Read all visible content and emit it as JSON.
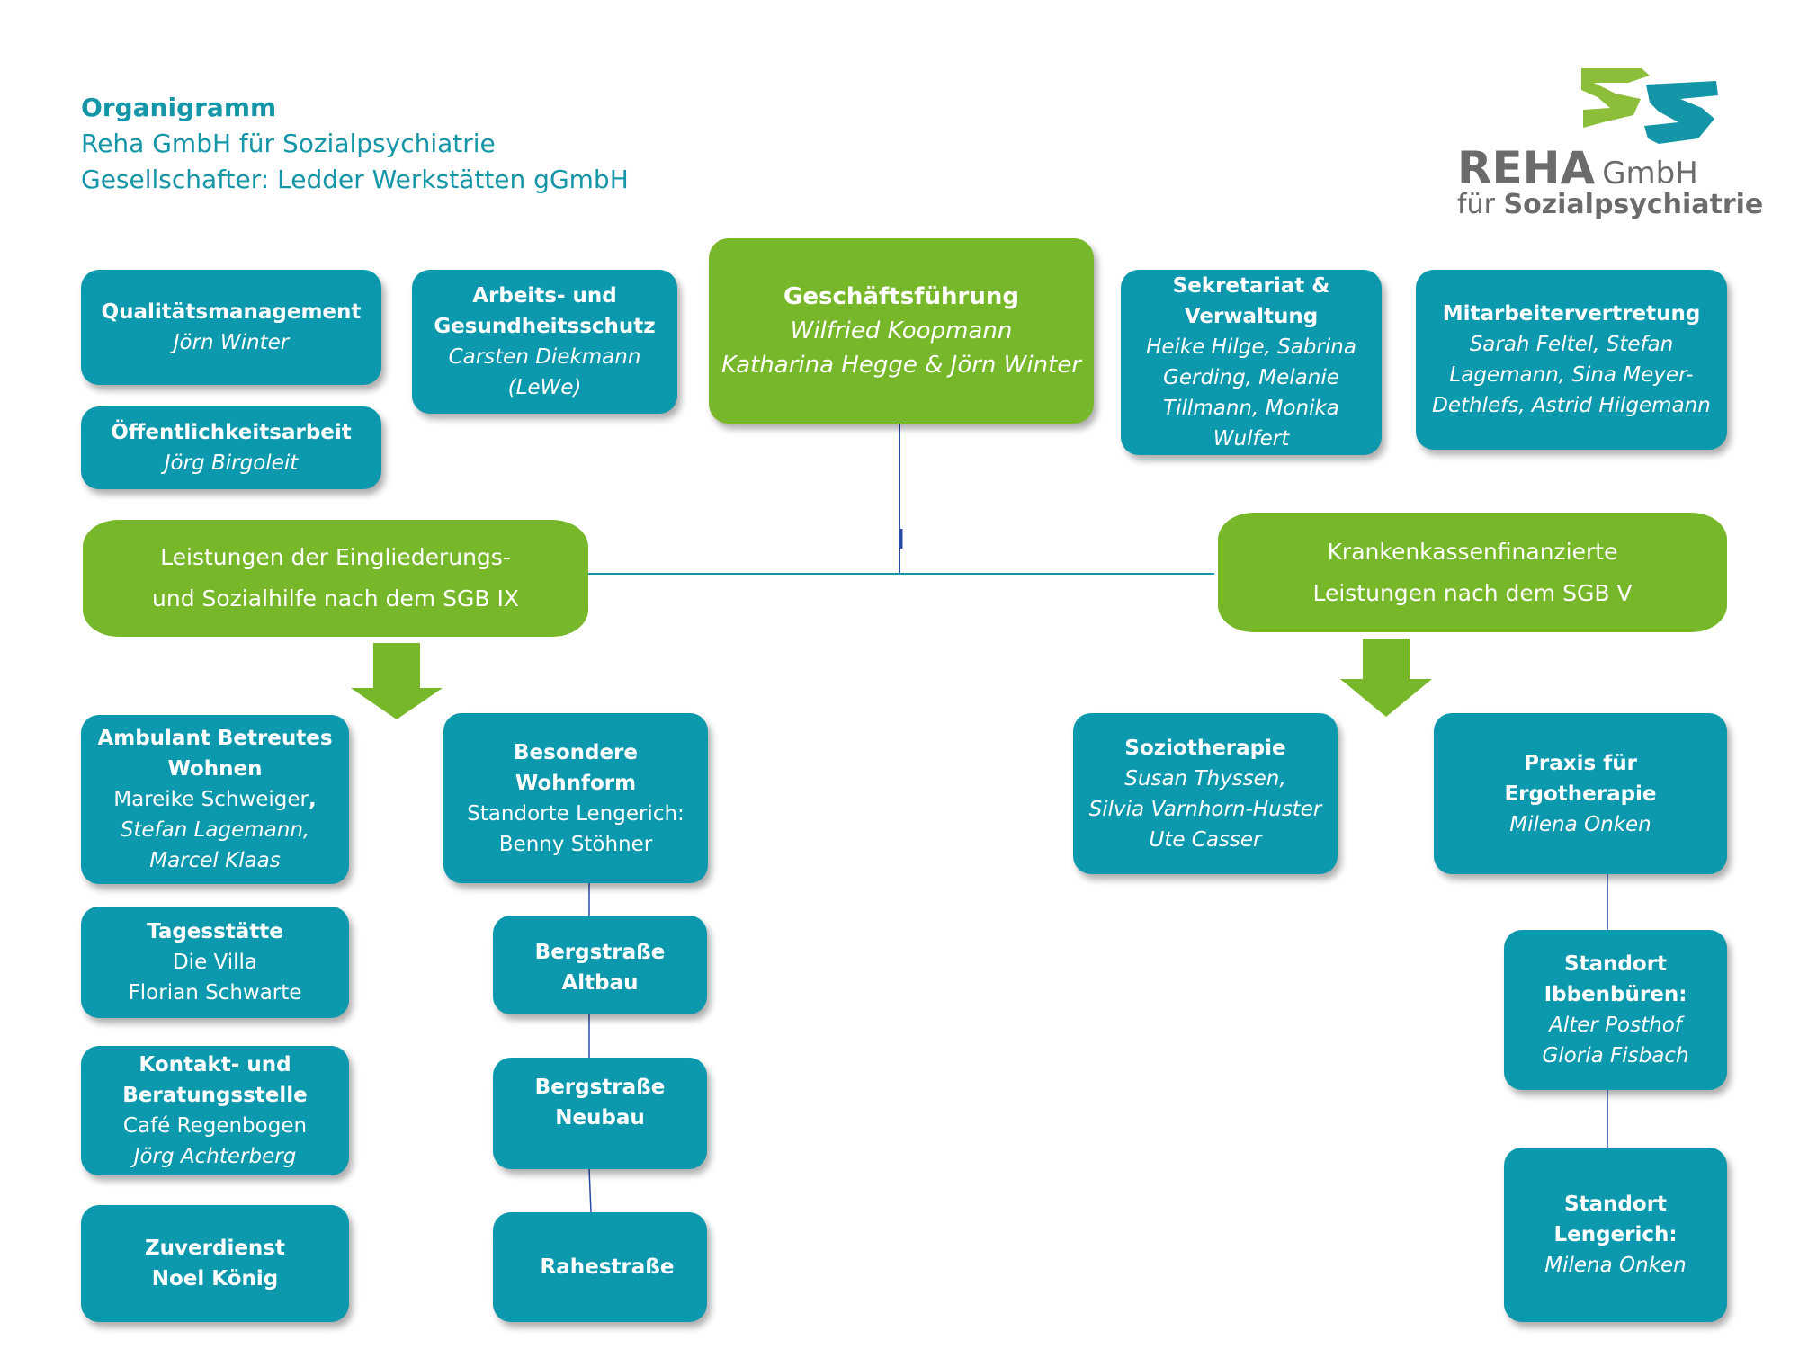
{
  "header": {
    "title": "Organigramm",
    "line2": "Reha GmbH für Sozialpsychiatrie",
    "line3": "Gesellschafter: Ledder Werkstätten gGmbH"
  },
  "logo": {
    "word1": "REHA",
    "word2": "GmbH",
    "word3": "für",
    "word4": "Sozialpsychiatrie",
    "colors": {
      "green": "#8cbe3a",
      "teal": "#1596a8",
      "text": "#6b6b6b"
    }
  },
  "colors": {
    "box": "#0c98ad",
    "green": "#77b82a",
    "line": "#1596a8"
  },
  "gf": {
    "title": "Geschäftsführung",
    "line1": "Wilfried Koopmann",
    "line2": "Katharina Hegge & Jörn Winter"
  },
  "qm": {
    "title": "Qualitätsmanagement",
    "name": "Jörn Winter"
  },
  "oa": {
    "title": "Öffentlichkeitsarbeit",
    "name": "Jörg Birgoleit"
  },
  "ags": {
    "title1": "Arbeits- und",
    "title2": "Gesundheitsschutz",
    "name1": "Carsten Diekmann",
    "name2": "(LeWe)"
  },
  "sek": {
    "title1": "Sekretariat &",
    "title2": "Verwaltung",
    "n1": "Heike Hilge, Sabrina",
    "n2": "Gerding, Melanie",
    "n3": "Tillmann, Monika",
    "n4": "Wulfert"
  },
  "mav": {
    "title": "Mitarbeitervertretung",
    "n1": "Sarah Feltel, Stefan",
    "n2": "Lagemann, Sina Meyer-",
    "n3": "Dethlefs, Astrid Hilgemann"
  },
  "left_pill": {
    "line1": "Leistungen der Eingliederungs-",
    "line2": "und Sozialhilfe nach dem SGB IX"
  },
  "right_pill": {
    "line1": "Krankenkassenfinanzierte",
    "line2": "Leistungen nach dem SGB V"
  },
  "abw": {
    "t1": "Ambulant Betreutes",
    "t2": "Wohnen",
    "n1": "Mareike Schweiger",
    "n1_comma": ",",
    "n2": "Stefan Lagemann,",
    "n3": "Marcel Klaas"
  },
  "tag": {
    "t": "Tagesstätte",
    "n1": "Die Villa",
    "n2": "Florian Schwarte"
  },
  "kbs": {
    "t1": "Kontakt- und",
    "t2": "Beratungsstelle",
    "n1": "Café Regenbogen",
    "n2": "Jörg Achterberg"
  },
  "zuv": {
    "t1": "Zuverdienst",
    "t2": "Noel König"
  },
  "bw": {
    "t": "Besondere Wohnform",
    "n1": "Standorte Lengerich:",
    "n2": "Benny Stöhner"
  },
  "bga": {
    "t": "Bergstraße Altbau"
  },
  "bgn": {
    "t1": "Bergstraße",
    "t2": "Neubau"
  },
  "rah": {
    "t": "Rahestraße"
  },
  "sozio": {
    "t": "Soziotherapie",
    "n1": "Susan Thyssen,",
    "n2": "Silvia Varnhorn-Huster",
    "n3": "Ute Casser"
  },
  "ergo": {
    "t": "Praxis für Ergotherapie",
    "n": "Milena Onken"
  },
  "ibb": {
    "t1": "Standort",
    "t2": "Ibbenbüren:",
    "n1": "Alter Posthof",
    "n2": "Gloria Fisbach"
  },
  "len": {
    "t1": "Standort",
    "t2": "Lengerich:",
    "n": "Milena Onken"
  }
}
